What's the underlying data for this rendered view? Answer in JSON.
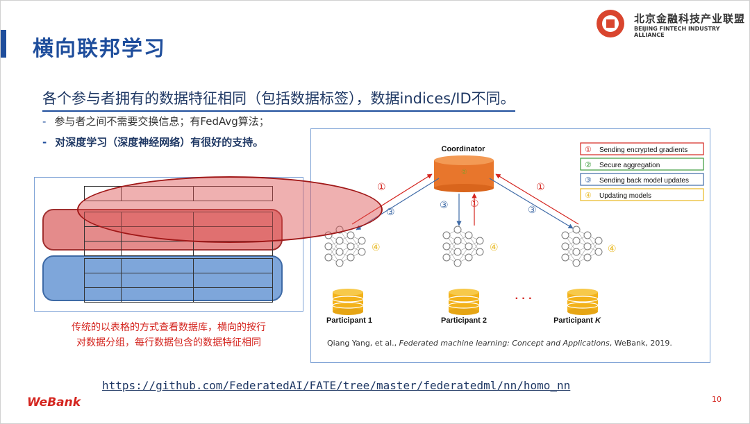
{
  "header": {
    "title": "横向联邦学习",
    "org_name_cn": "北京金融科技产业联盟",
    "org_name_en": "BEIJING FINTECH INDUSTRY ALLIANCE"
  },
  "content": {
    "subtitle": "各个参与者拥有的数据特征相同（包括数据标签），数据indices/ID不同。",
    "bullets": [
      {
        "dash": "-",
        "text": "参与者之间不需要交换信息；有FedAvg算法；"
      },
      {
        "dash": "-",
        "text": "对深度学习（深度神经网络）有很好的支持。"
      }
    ],
    "left_caption_line1": "传统的以表格的方式查看数据库，横向的按行",
    "left_caption_line2": "对数据分组，每行数据包含的数据特征相同"
  },
  "diagram": {
    "coordinator": "Coordinator",
    "legend": [
      {
        "num": "①",
        "text": "Sending encrypted gradients",
        "color": "#d4251f"
      },
      {
        "num": "②",
        "text": "Secure aggregation",
        "color": "#3a9a3a"
      },
      {
        "num": "③",
        "text": "Sending back model updates",
        "color": "#3e6aa6"
      },
      {
        "num": "④",
        "text": "Updating models",
        "color": "#e8b820"
      }
    ],
    "marks": {
      "one": "①",
      "two": "②",
      "three": "③",
      "four": "④"
    },
    "participants": [
      "Participant 1",
      "Participant 2",
      "Participant"
    ],
    "participant_k": "K",
    "ellipsis": "· · ·",
    "citation_prefix": "Qiang Yang, et al., ",
    "citation_title": "Federated machine learning: Concept and Applications",
    "citation_suffix": ", WeBank, 2019."
  },
  "footer": {
    "link": "https://github.com/FederatedAI/FATE/tree/master/federatedml/nn/homo_nn",
    "brand": "WeBank",
    "page_number": "10"
  },
  "colors": {
    "accent": "#1f4e9c",
    "red": "#d4251f",
    "orange": "#e8762c",
    "gold": "#f3b21a"
  }
}
